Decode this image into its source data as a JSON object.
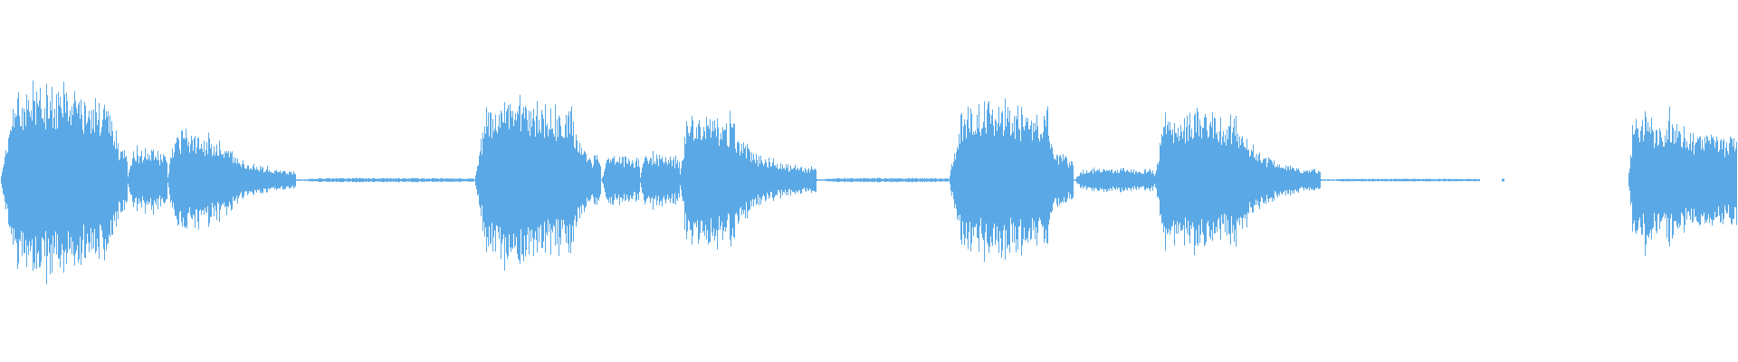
{
  "waveform": {
    "color": "#5aa9e6",
    "background": "#ffffff",
    "duration": 1.0,
    "noise_seed": 1337,
    "baseline_level": 0.005,
    "segments": [
      {
        "start": 0.0,
        "end": 0.062,
        "level": 0.52,
        "shape": "plateau"
      },
      {
        "start": 0.062,
        "end": 0.073,
        "level": 0.18,
        "shape": "decay"
      },
      {
        "start": 0.073,
        "end": 0.096,
        "level": 0.17,
        "shape": "plateau"
      },
      {
        "start": 0.096,
        "end": 0.126,
        "level": 0.28,
        "shape": "plateau"
      },
      {
        "start": 0.126,
        "end": 0.17,
        "level": 0.05,
        "shape": "decay"
      },
      {
        "start": 0.17,
        "end": 0.273,
        "level": 0.012,
        "shape": "plateau"
      },
      {
        "start": 0.273,
        "end": 0.328,
        "level": 0.46,
        "shape": "plateau"
      },
      {
        "start": 0.328,
        "end": 0.346,
        "level": 0.12,
        "shape": "decay"
      },
      {
        "start": 0.346,
        "end": 0.368,
        "level": 0.14,
        "shape": "plateau"
      },
      {
        "start": 0.368,
        "end": 0.391,
        "level": 0.15,
        "shape": "plateau"
      },
      {
        "start": 0.391,
        "end": 0.42,
        "level": 0.38,
        "shape": "plateau"
      },
      {
        "start": 0.42,
        "end": 0.47,
        "level": 0.07,
        "shape": "decay"
      },
      {
        "start": 0.47,
        "end": 0.546,
        "level": 0.012,
        "shape": "plateau"
      },
      {
        "start": 0.546,
        "end": 0.602,
        "level": 0.42,
        "shape": "plateau"
      },
      {
        "start": 0.602,
        "end": 0.618,
        "level": 0.12,
        "shape": "decay"
      },
      {
        "start": 0.618,
        "end": 0.664,
        "level": 0.07,
        "shape": "plateau"
      },
      {
        "start": 0.664,
        "end": 0.71,
        "level": 0.4,
        "shape": "plateau"
      },
      {
        "start": 0.71,
        "end": 0.76,
        "level": 0.06,
        "shape": "decay"
      },
      {
        "start": 0.76,
        "end": 0.852,
        "level": 0.008,
        "shape": "plateau"
      },
      {
        "start": 0.852,
        "end": 0.864,
        "level": 0.0,
        "shape": "plateau"
      },
      {
        "start": 0.864,
        "end": 0.866,
        "level": 0.01,
        "shape": "plateau"
      },
      {
        "start": 0.866,
        "end": 0.937,
        "level": 0.0,
        "shape": "plateau"
      },
      {
        "start": 0.937,
        "end": 0.96,
        "level": 0.36,
        "shape": "plateau"
      },
      {
        "start": 0.96,
        "end": 1.0,
        "level": 0.25,
        "shape": "decay"
      }
    ]
  }
}
